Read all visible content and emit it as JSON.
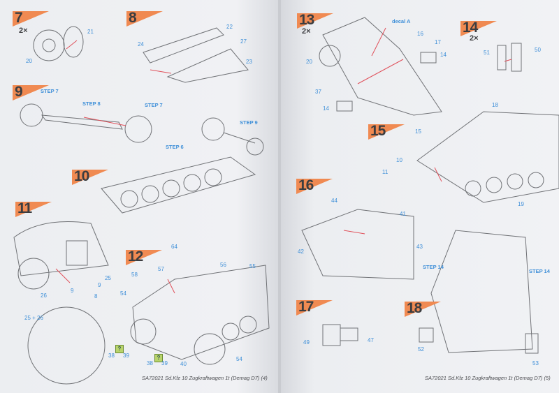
{
  "left_page": {
    "steps": [
      {
        "number": "7",
        "multiplier": "2×",
        "labels": [
          "21",
          "20"
        ]
      },
      {
        "number": "8",
        "labels": [
          "22",
          "24",
          "27",
          "23"
        ]
      },
      {
        "number": "9",
        "labels": [
          "STEP 7",
          "STEP 8",
          "STEP 7",
          "STEP 9"
        ]
      },
      {
        "number": "10",
        "labels": [
          "STEP 6"
        ]
      },
      {
        "number": "11",
        "labels": [
          "25",
          "9",
          "9",
          "8",
          "26",
          "25 + 26"
        ]
      },
      {
        "number": "12",
        "labels": [
          "64",
          "57",
          "58",
          "56",
          "55",
          "54",
          "38",
          "39",
          "38",
          "39",
          "40",
          "54"
        ],
        "help_icon": "?"
      }
    ],
    "footer": "SA72021  Sd.Kfz 10 Zugkraftwagen 1t (Demag D7)",
    "page_number": "4"
  },
  "right_page": {
    "steps": [
      {
        "number": "13",
        "multiplier": "2×",
        "labels": [
          "decal A",
          "16",
          "17",
          "14",
          "20",
          "37",
          "14"
        ]
      },
      {
        "number": "14",
        "multiplier": "2×",
        "labels": [
          "51",
          "50"
        ]
      },
      {
        "number": "15",
        "labels": [
          "18",
          "15",
          "10",
          "11",
          "19"
        ]
      },
      {
        "number": "16",
        "labels": [
          "44",
          "41",
          "42",
          "43"
        ]
      },
      {
        "number": "17",
        "labels": [
          "49",
          "47"
        ]
      },
      {
        "number": "18",
        "labels": [
          "STEP 14",
          "STEP 14",
          "52",
          "53"
        ]
      }
    ],
    "footer": "SA72021  Sd.Kfz 10 Zugkraftwagen 1t (Demag D7)",
    "page_number": "5"
  },
  "colors": {
    "badge": "#f08a52",
    "label": "#3e8fd8",
    "arrow": "#e0505a"
  }
}
